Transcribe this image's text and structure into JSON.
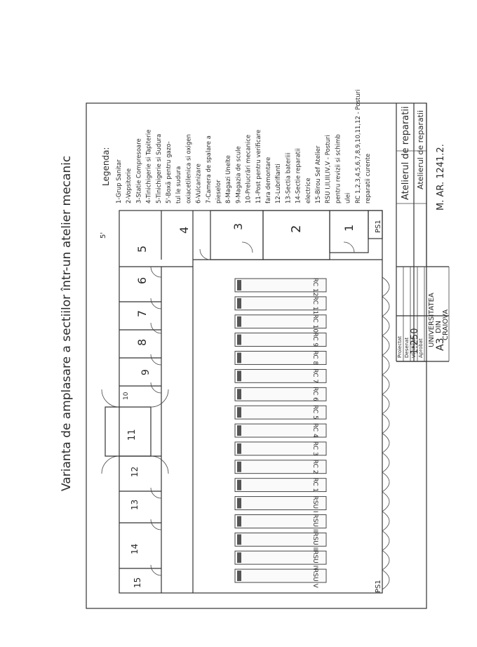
{
  "title": "Varianta de amplasare a sectiilor într-un atelier mecanic",
  "legend": {
    "heading": "Legenda:",
    "items": [
      "1-Grup Sanitar",
      "2-Vopsitorie",
      "3-Statie Compresoare",
      "4-Tinichigerie si Tapiterie",
      "5-Tinichigerie si Sudura",
      "5'-Boxă pentru gazo-",
      "tul le sudura",
      "oxiacetilenica si oxigen",
      "6-Vulcanizare",
      "7-Camera de spalare a",
      "pieselor",
      "8-Magazi Unelte",
      "9-Magazia de scule",
      "10-Prelucrări mecanice",
      "11-Post pentru verificare",
      "fara demontare",
      "12-Lubrifianti",
      "13-Sectia bateriii",
      "14-Sectie reparatii",
      "electrice",
      "15-Birou Sef Atelier",
      "RSU I,II,III,IV,V - Posturi",
      "pentru revizii si schimb",
      "ulei",
      "RC 1,2,3,4,5,6,7,8,9,10,11,12 - Posturi",
      "reparatii curente"
    ]
  },
  "rooms": [
    "1",
    "2",
    "3",
    "4",
    "5",
    "5'",
    "6",
    "7",
    "8",
    "9",
    "10",
    "11",
    "12",
    "13",
    "14",
    "15"
  ],
  "ps_labels": [
    "PS1",
    "PS1"
  ],
  "bays": [
    "RC 12",
    "RC 11",
    "RC 10",
    "RC 9",
    "RC 8",
    "RC 7",
    "RC 6",
    "RC 5",
    "RC 4",
    "RC 3",
    "RC 2",
    "RC 1",
    "RSU I",
    "RSU II",
    "RSU III",
    "RSU IV",
    "RSU V"
  ],
  "title_block": {
    "rows": [
      "Proiectat",
      "Desenat",
      "Verificat",
      "Aprobat"
    ],
    "institution": [
      "UNIVERSITATEA",
      "DIN",
      "CRAIOVA"
    ],
    "scale": "1:250",
    "format": "A3",
    "sheet_title": "Atelierul de reparatii",
    "drawing_no": "M. AR. 1241.2."
  }
}
